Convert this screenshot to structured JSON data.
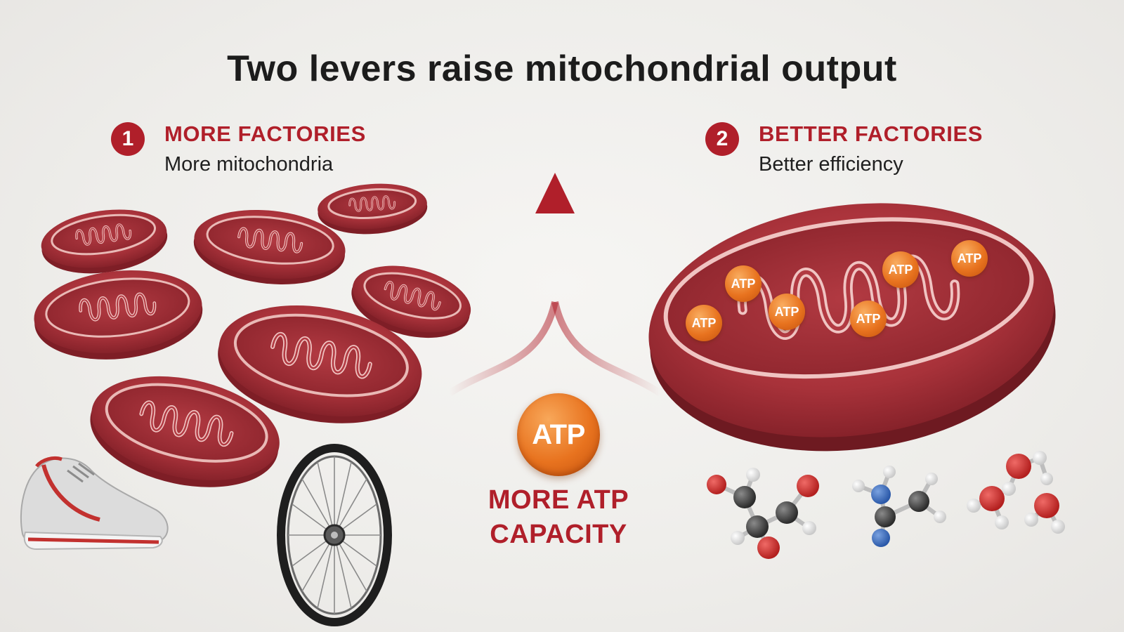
{
  "title": "Two levers raise mitochondrial output",
  "levers": [
    {
      "number": "1",
      "heading": "MORE FACTORIES",
      "subtitle": "More mitochondria"
    },
    {
      "number": "2",
      "heading": "BETTER FACTORIES",
      "subtitle": "Better efficiency"
    }
  ],
  "center": {
    "badge": "ATP",
    "label_line1": "MORE ATP",
    "label_line2": "CAPACITY"
  },
  "atp_label": "ATP",
  "colors": {
    "accent_red": "#b01f2a",
    "mitochondria_red": "#a8323a",
    "atp_orange": "#e8731f",
    "background": "#efeeec"
  },
  "icons": [
    "mitochondrion-icon",
    "running-shoe-icon",
    "bicycle-wheel-icon",
    "molecule-icon",
    "up-arrow-icon"
  ]
}
